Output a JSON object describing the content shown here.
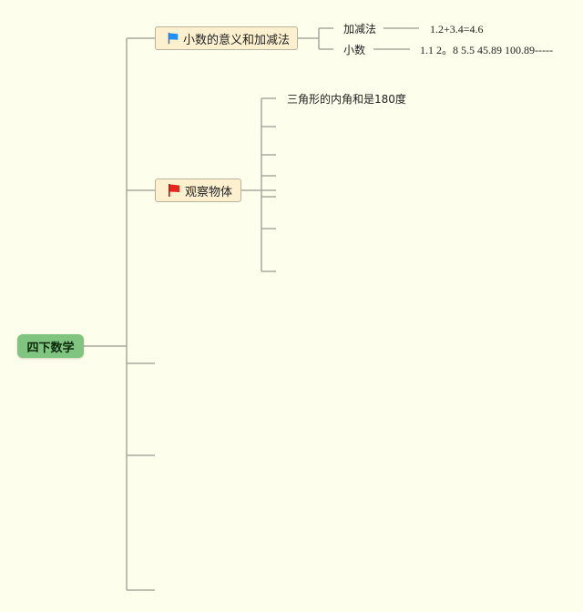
{
  "root": {
    "label": "四下数学"
  },
  "branches": [
    {
      "label": "小数的意义和加减法",
      "flag_icon": "blue-flag-icon",
      "flag_color": "#1e90ff",
      "children": [
        {
          "label": "加减法",
          "value": "1.2+3.4=4.6"
        },
        {
          "label": "小数",
          "value": "1.1 2。8 5.5 45.89 100.89-----"
        }
      ]
    },
    {
      "label": "观察物体",
      "flag_icon": "red-flag-icon",
      "flag_color": "#e8251d",
      "children": [
        {
          "label": "三角形的内角和是180度"
        },
        {
          "label": ""
        },
        {
          "label": ""
        },
        {
          "label": ""
        },
        {
          "label": ""
        },
        {
          "label": ""
        },
        {
          "label": ""
        },
        {
          "label": ""
        }
      ]
    },
    {
      "label": ""
    },
    {
      "label": ""
    },
    {
      "label": ""
    }
  ],
  "colors": {
    "background": "#fefeec",
    "root_fill": "#7fc47f",
    "node_fill": "#fcf0cf",
    "connector": "#a8a8a0"
  }
}
